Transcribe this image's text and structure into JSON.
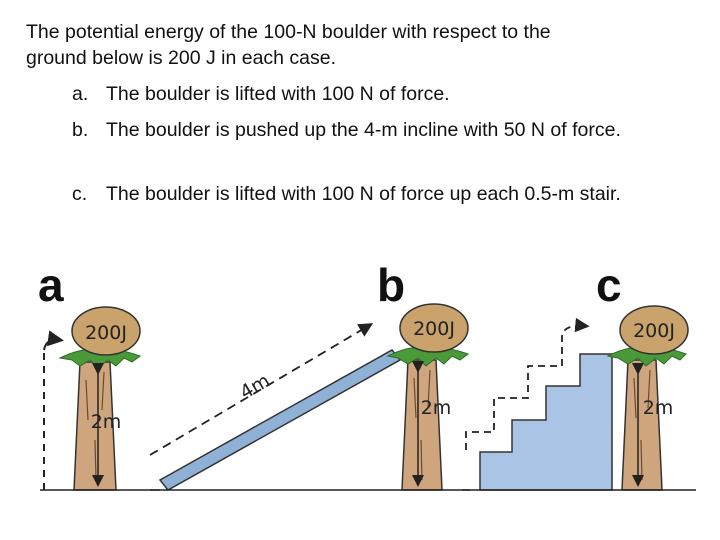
{
  "intro": {
    "line1": "The potential energy of the 100-N boulder with respect to the",
    "line2": "ground below is 200 J in each case."
  },
  "items": [
    {
      "marker": "a.",
      "text": "The boulder is lifted with 100 N of force."
    },
    {
      "marker": "b.",
      "text": "The boulder is pushed up the 4-m incline with 50 N of force."
    },
    {
      "marker": "c.",
      "text": "The boulder is lifted with 100 N of force up each 0.5-m stair."
    }
  ],
  "panels": [
    {
      "letter": "a",
      "boulder_label": "200J",
      "height_label": "2m"
    },
    {
      "letter": "b",
      "boulder_label": "200J",
      "height_label": "2m",
      "incline_label": "4m"
    },
    {
      "letter": "c",
      "boulder_label": "200J",
      "height_label": "2m"
    }
  ],
  "colors": {
    "boulder": "#c9a36b",
    "grass": "#4a9a3a",
    "trunk": "#cfa57e",
    "ramp": "#8fb1d6",
    "stairs": "#a9c4e4"
  }
}
